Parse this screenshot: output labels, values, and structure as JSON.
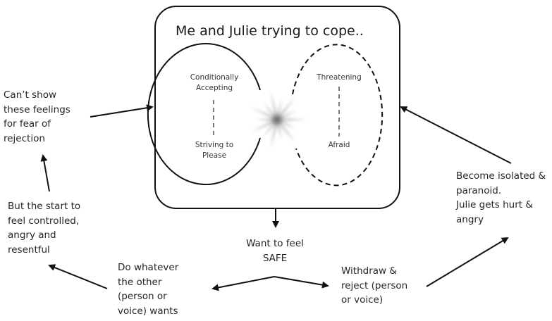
{
  "title": "Me and Julie trying to cope..",
  "left_oval": {
    "top": [
      "Conditionally",
      "Accepting"
    ],
    "bottom": [
      "Striving to",
      "Please"
    ],
    "style": "solid"
  },
  "right_oval": {
    "top": [
      "Threatening"
    ],
    "bottom": [
      "Afraid"
    ],
    "style": "dashed"
  },
  "center_symbol": "starburst",
  "nodes": {
    "cant_show": [
      "Can’t show",
      "these feelings",
      "for fear of",
      "rejection"
    ],
    "but_start": [
      "But the start to",
      "feel controlled,",
      "angry and",
      "resentful"
    ],
    "do_whatever": [
      "Do whatever",
      "the other",
      "(person or",
      "voice) wants"
    ],
    "want_safe": [
      "Want to feel",
      "SAFE"
    ],
    "withdraw": [
      "Withdraw &",
      "reject (person",
      "or voice)"
    ],
    "isolated": [
      "Become isolated &",
      "paranoid.",
      "Julie gets hurt &",
      "angry"
    ]
  },
  "edges": [
    {
      "from": "cant_show",
      "to": "coping_box"
    },
    {
      "from": "but_start",
      "to": "cant_show"
    },
    {
      "from": "do_whatever",
      "to": "but_start"
    },
    {
      "from": "coping_box",
      "to": "want_safe"
    },
    {
      "from": "want_safe",
      "to": "do_whatever"
    },
    {
      "from": "want_safe",
      "to": "withdraw"
    },
    {
      "from": "withdraw",
      "to": "isolated"
    },
    {
      "from": "isolated",
      "to": "coping_box"
    }
  ],
  "colors": {
    "stroke": "#111111",
    "text": "#262626",
    "burst": "#555555"
  }
}
